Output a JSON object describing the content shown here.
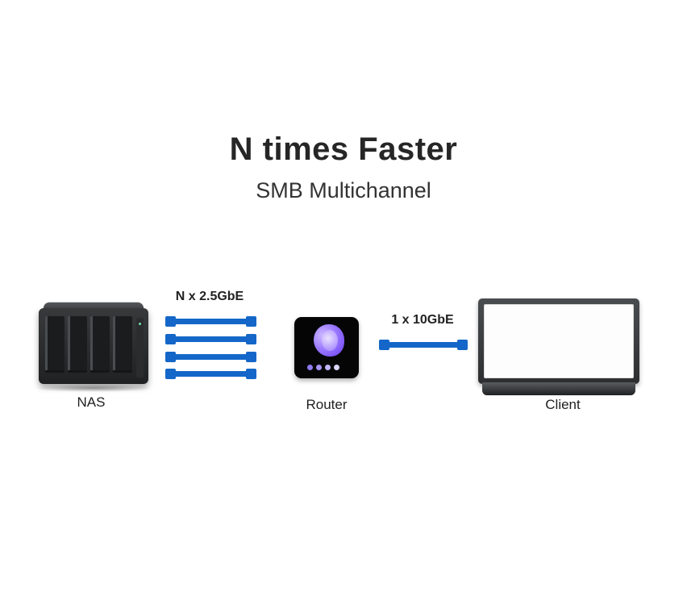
{
  "header": {
    "title": "N times Faster",
    "subtitle": "SMB Multichannel"
  },
  "diagram": {
    "nas": {
      "label": "NAS"
    },
    "router": {
      "label": "Router"
    },
    "client": {
      "label": "Client"
    },
    "link_nas_router": {
      "label": "N x 2.5GbE",
      "cable_count": 4
    },
    "link_router_client": {
      "label": "1 x 10GbE",
      "cable_count": 1
    },
    "colors": {
      "cable_blue": "#1467c8",
      "router_purple": "#7c4dff",
      "title_ink": "#262626"
    }
  }
}
